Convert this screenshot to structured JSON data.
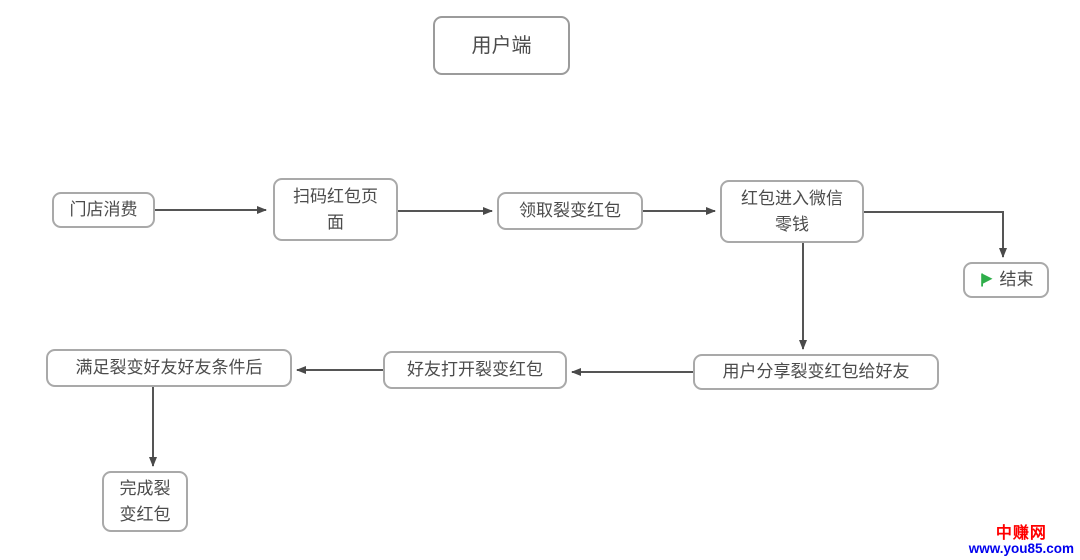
{
  "title": "用户端",
  "nodes": {
    "store": {
      "label": "门店消费"
    },
    "scan_page": {
      "label": "扫码红包页面"
    },
    "receive_packet": {
      "label": "领取裂变红包"
    },
    "wechat_balance": {
      "label": "红包进入微信零钱"
    },
    "end": {
      "label": "结束"
    },
    "share": {
      "label": "用户分享裂变红包给好友"
    },
    "friend_open": {
      "label": "好友打开裂变红包"
    },
    "condition": {
      "label": "满足裂变好友好友条件后"
    },
    "complete": {
      "label": "完成裂变红包"
    }
  },
  "watermark": {
    "site_name": "中赚网",
    "site_url": "www.you85.com"
  },
  "colors": {
    "box_border": "#a9a9a9",
    "box_text": "#4c4c4c",
    "arrow": "#555555",
    "end_flag_green": "#2fae4a",
    "watermark_name": "#ff0000",
    "watermark_url": "#0000ee"
  }
}
